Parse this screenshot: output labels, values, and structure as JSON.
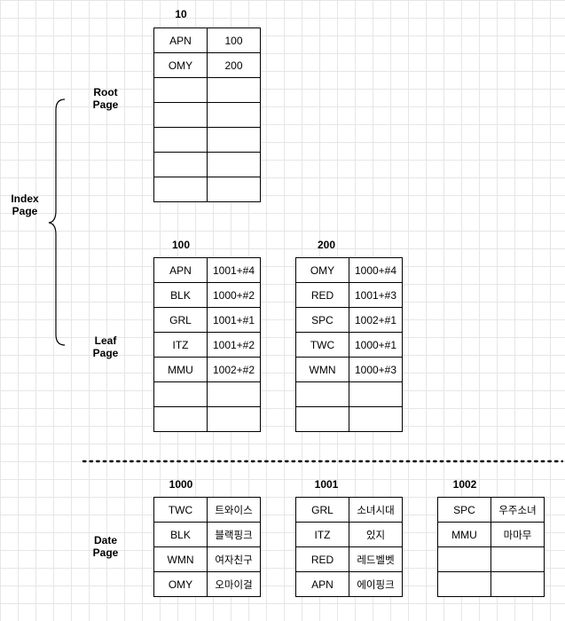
{
  "labels": {
    "root": "Root\nPage",
    "index": "Index\nPage",
    "leaf": "Leaf\nPage",
    "data": "Date\nPage"
  },
  "root_page": {
    "id": "10",
    "rows": [
      [
        "APN",
        "100"
      ],
      [
        "OMY",
        "200"
      ],
      [
        "",
        ""
      ],
      [
        "",
        ""
      ],
      [
        "",
        ""
      ],
      [
        "",
        ""
      ],
      [
        "",
        ""
      ]
    ]
  },
  "leaf_pages": [
    {
      "id": "100",
      "rows": [
        [
          "APN",
          "1001+#4"
        ],
        [
          "BLK",
          "1000+#2"
        ],
        [
          "GRL",
          "1001+#1"
        ],
        [
          "ITZ",
          "1001+#2"
        ],
        [
          "MMU",
          "1002+#2"
        ],
        [
          "",
          ""
        ],
        [
          "",
          ""
        ]
      ]
    },
    {
      "id": "200",
      "rows": [
        [
          "OMY",
          "1000+#4"
        ],
        [
          "RED",
          "1001+#3"
        ],
        [
          "SPC",
          "1002+#1"
        ],
        [
          "TWC",
          "1000+#1"
        ],
        [
          "WMN",
          "1000+#3"
        ],
        [
          "",
          ""
        ],
        [
          "",
          ""
        ]
      ]
    }
  ],
  "data_pages": [
    {
      "id": "1000",
      "rows": [
        [
          "TWC",
          "트와이스"
        ],
        [
          "BLK",
          "블랙핑크"
        ],
        [
          "WMN",
          "여자친구"
        ],
        [
          "OMY",
          "오마이걸"
        ]
      ]
    },
    {
      "id": "1001",
      "rows": [
        [
          "GRL",
          "소녀시대"
        ],
        [
          "ITZ",
          "있지"
        ],
        [
          "RED",
          "레드벨벳"
        ],
        [
          "APN",
          "에이핑크"
        ]
      ]
    },
    {
      "id": "1002",
      "rows": [
        [
          "SPC",
          "우주소녀"
        ],
        [
          "MMU",
          "마마무"
        ],
        [
          "",
          ""
        ],
        [
          "",
          ""
        ]
      ]
    }
  ]
}
